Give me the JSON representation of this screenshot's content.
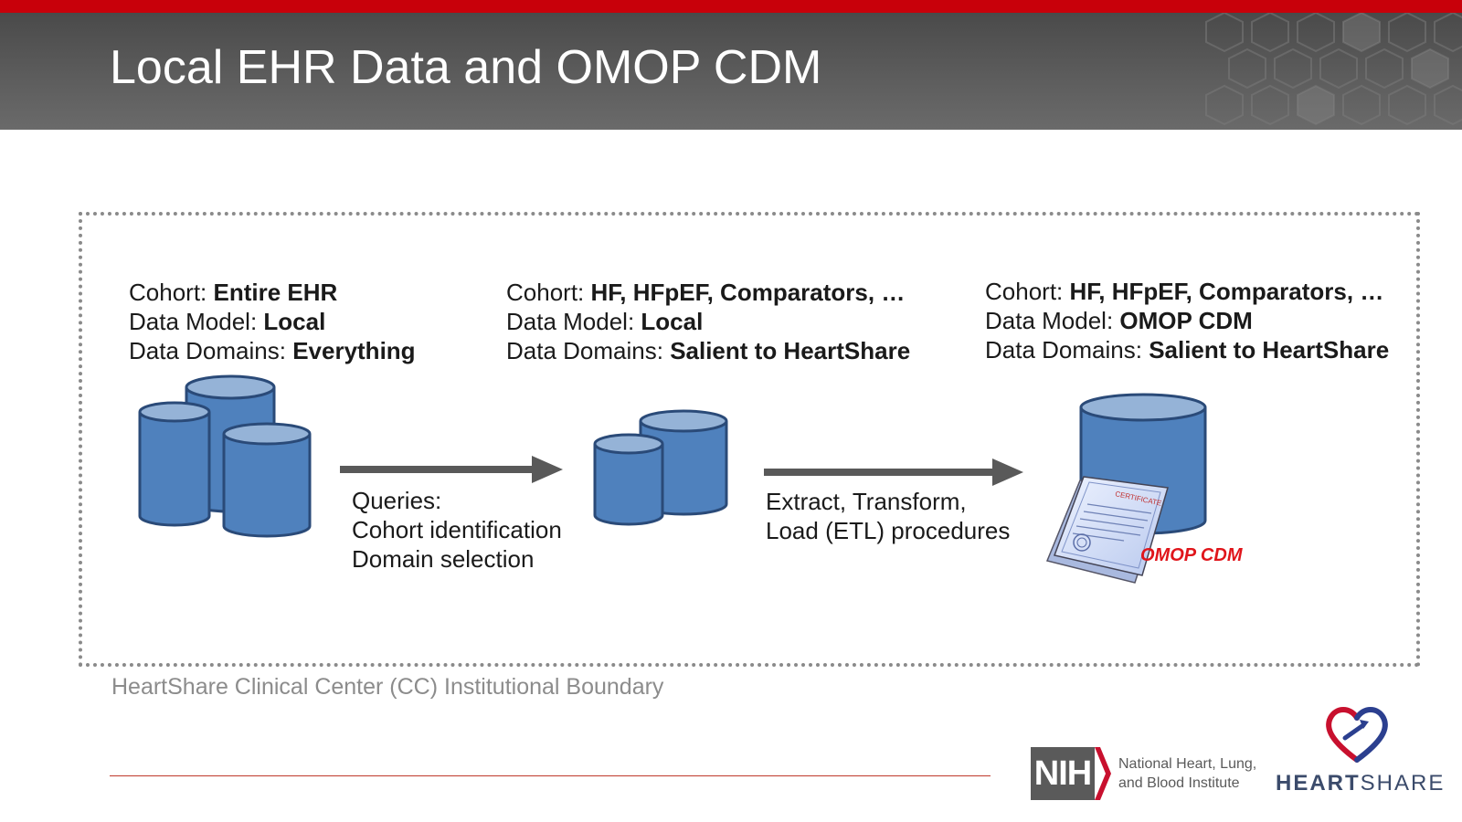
{
  "slide": {
    "title": "Local EHR Data and OMOP CDM",
    "boundary_label": "HeartShare Clinical Center (CC) Institutional Boundary"
  },
  "stages": [
    {
      "cohort_label": "Cohort: ",
      "cohort_value": "Entire EHR",
      "model_label": "Data Model: ",
      "model_value": "Local",
      "domains_label": "Data Domains: ",
      "domains_value": "Everything"
    },
    {
      "cohort_label": "Cohort: ",
      "cohort_value": "HF, HFpEF, Comparators, …",
      "model_label": "Data Model: ",
      "model_value": "Local",
      "domains_label": "Data Domains: ",
      "domains_value": "Salient to HeartShare"
    },
    {
      "cohort_label": "Cohort: ",
      "cohort_value": "HF, HFpEF, Comparators, …",
      "model_label": "Data Model: ",
      "model_value": "OMOP CDM",
      "domains_label": "Data Domains: ",
      "domains_value": "Salient to HeartShare"
    }
  ],
  "arrows": [
    {
      "lines": [
        "Queries:",
        "Cohort identification",
        "Domain selection"
      ]
    },
    {
      "lines": [
        "Extract, Transform,",
        "Load (ETL) procedures"
      ]
    }
  ],
  "certificate": {
    "heading": "CERTIFICATE",
    "label": "OMOP CDM"
  },
  "footer": {
    "nih_abbr": "NIH",
    "nih_line1": "National Heart, Lung,",
    "nih_line2": "and Blood Institute",
    "hs_part1": "HEART",
    "hs_part2": "SHARE"
  },
  "colors": {
    "accent_red": "#c8000a",
    "db_fill": "#4f81bd",
    "db_top": "#95b3d7",
    "db_stroke": "#2a4a78",
    "arrow": "#595959",
    "omop_label": "#e0151b"
  }
}
